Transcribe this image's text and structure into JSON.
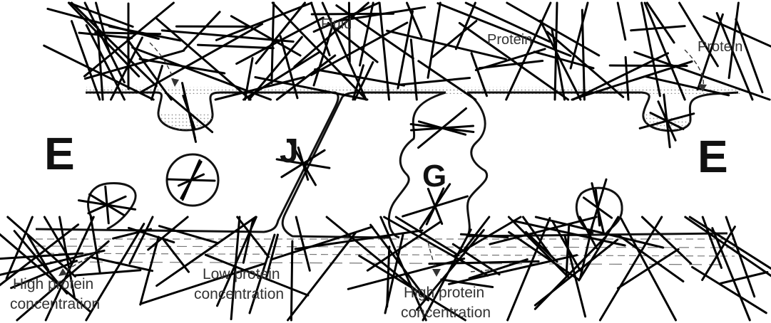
{
  "labels": {
    "fluid": "Fluid",
    "protein_top": "Protein",
    "protein_right": "Protein",
    "endothelial_left": "E",
    "endothelial_right": "E",
    "junction": "J",
    "gap": "G",
    "high_protein_left_1": "High protein",
    "high_protein_left_2": "concentration",
    "low_protein_1": "Low protein",
    "low_protein_2": "concentration",
    "high_protein_right_1": "High protein",
    "high_protein_right_2": "concentration"
  },
  "colors": {
    "line": "#111111",
    "stipple": "#8a8a8a",
    "text": "#333333"
  }
}
